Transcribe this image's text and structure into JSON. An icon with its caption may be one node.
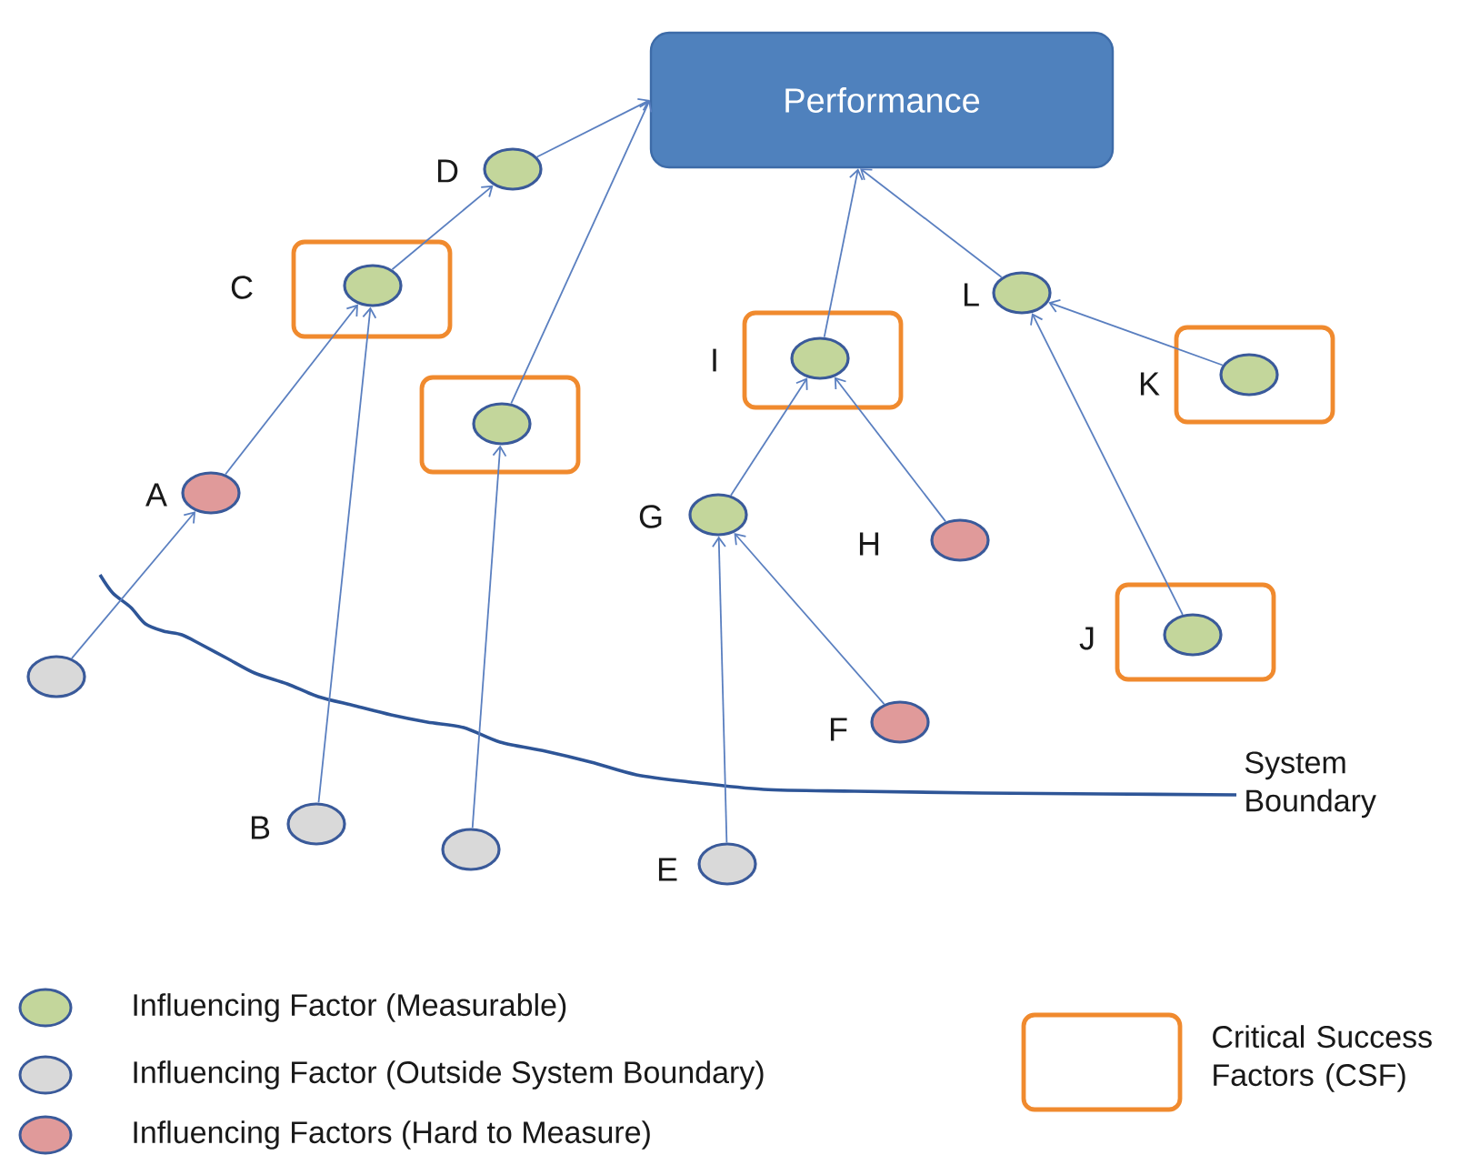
{
  "diagram": {
    "nodes": [
      {
        "text": [
          "Performance"
        ]
      },
      {
        "text": [],
        "shape": "box"
      },
      {
        "text": [],
        "shape": "ellipse",
        "in": 1,
        "beside": [
          "C"
        ]
      },
      {
        "text": [],
        "shape": "ellipse",
        "beside": [
          "D"
        ]
      },
      {
        "text": [],
        "shape": "box"
      },
      {
        "text": [],
        "shape": "ellipse",
        "in": 4
      },
      {
        "text": [],
        "shape": "ellipse",
        "beside": [
          "A"
        ]
      },
      {
        "text": [],
        "shape": "ellipse"
      },
      {
        "text": [],
        "shape": "ellipse",
        "beside": [
          "B"
        ]
      },
      {
        "text": [],
        "shape": "ellipse"
      },
      {
        "text": [],
        "shape": "box"
      },
      {
        "text": [],
        "shape": "ellipse",
        "in": 10,
        "beside": [
          "I"
        ]
      },
      {
        "text": [],
        "shape": "ellipse",
        "beside": [
          "L"
        ]
      },
      {
        "text": [],
        "shape": "box"
      },
      {
        "text": [],
        "shape": "ellipse",
        "in": 13,
        "beside": [
          "K"
        ]
      },
      {
        "text": [],
        "shape": "ellipse",
        "beside": [
          "G"
        ]
      },
      {
        "text": [],
        "shape": "ellipse",
        "beside": [
          "H"
        ]
      },
      {
        "text": [],
        "shape": "box"
      },
      {
        "text": [],
        "shape": "ellipse",
        "in": 17,
        "beside": [
          "J"
        ]
      },
      {
        "text": [],
        "shape": "ellipse",
        "beside": [
          "F"
        ]
      },
      {
        "text": [],
        "shape": "ellipse",
        "beside": [
          "E"
        ]
      }
    ],
    "edges": [
      {
        "from": 7,
        "to": 6,
        "arrow": "to"
      },
      {
        "from": 6,
        "to": 2,
        "arrow": "to"
      },
      {
        "from": 2,
        "to": 3,
        "arrow": "to"
      },
      {
        "from": 3,
        "to": 0,
        "arrow": "to"
      },
      {
        "from": 8,
        "to": 2,
        "arrow": "to"
      },
      {
        "from": 9,
        "to": 5,
        "arrow": "to"
      },
      {
        "from": 5,
        "to": 0,
        "arrow": "to"
      },
      {
        "from": 11,
        "to": 0,
        "arrow": "to"
      },
      {
        "from": 15,
        "to": 11,
        "arrow": "to"
      },
      {
        "from": 16,
        "to": 11,
        "arrow": "to"
      },
      {
        "from": 20,
        "to": 15,
        "arrow": "to"
      },
      {
        "from": 19,
        "to": 15,
        "arrow": "to"
      },
      {
        "from": 12,
        "to": 0,
        "arrow": "to"
      },
      {
        "from": 14,
        "to": 12,
        "arrow": "to"
      },
      {
        "from": 18,
        "to": 12,
        "arrow": "to"
      }
    ],
    "labels": [
      "System Boundary"
    ],
    "legend": [
      {
        "text": "Influencing Factor (Measurable)",
        "color": "#c3d69b"
      },
      {
        "text": "Influencing Factor (Outside System Boundary)",
        "color": "#d9d9d9"
      },
      {
        "text": "Influencing Factors (Hard to Measure)",
        "color": "#e09a9a"
      },
      {
        "text": "Critical Success Factors (CSF)"
      }
    ]
  }
}
